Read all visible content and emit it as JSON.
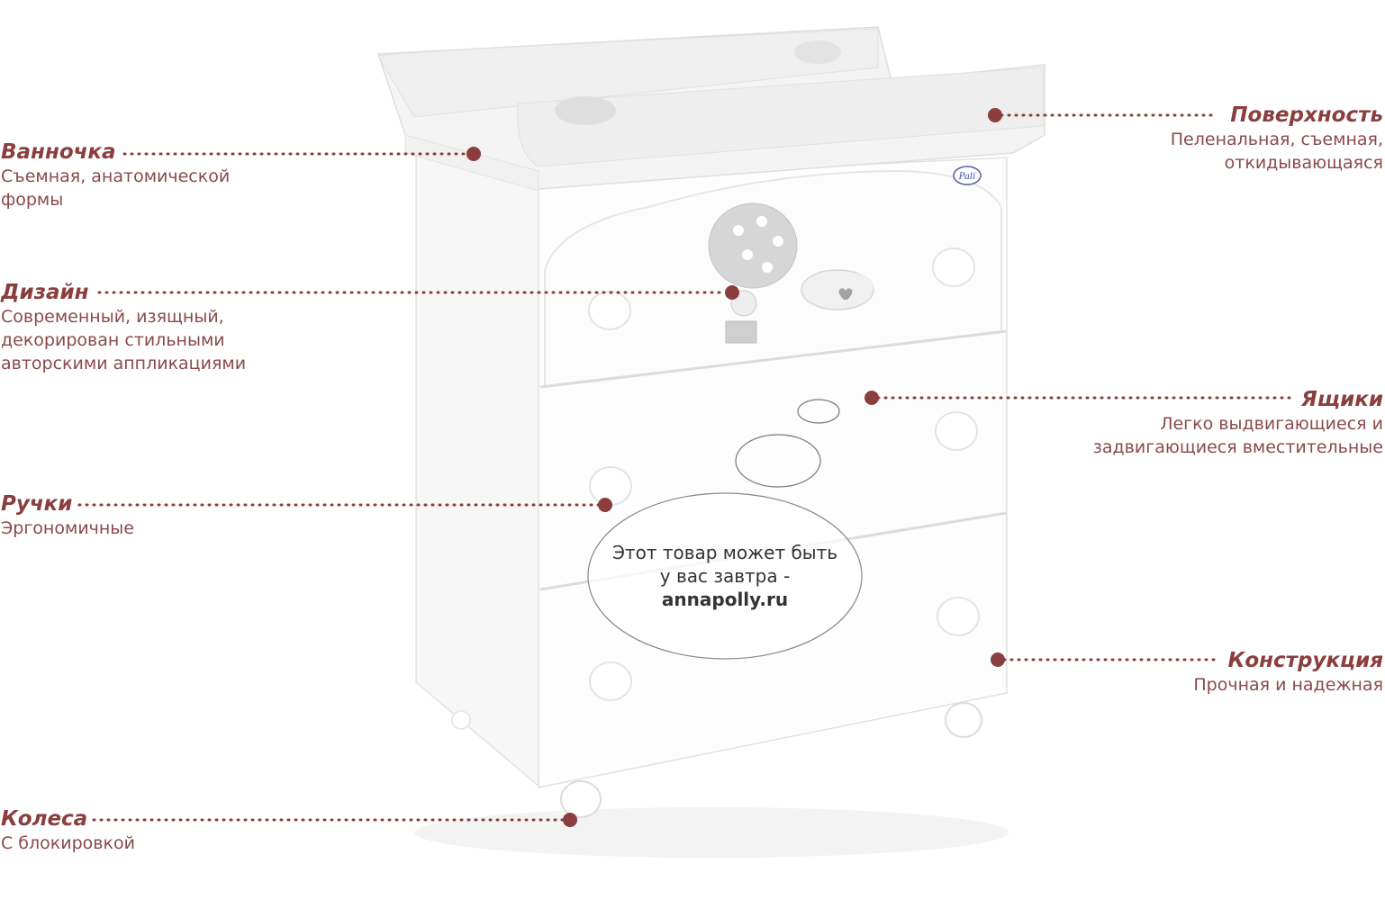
{
  "colors": {
    "accent": "#8a3e3e",
    "furniture": "#fbfbfb",
    "outline": "#e4e4e4"
  },
  "brand_logo": "Pali",
  "callouts": [
    {
      "id": "bath",
      "title": "Ванночка",
      "desc": [
        "Съемная, анатомической",
        "формы"
      ]
    },
    {
      "id": "design",
      "title": "Дизайн",
      "desc": [
        "Современный, изящный,",
        "декорирован стильными",
        "авторскими аппликациями"
      ]
    },
    {
      "id": "handles",
      "title": "Ручки",
      "desc": [
        "Эргономичные"
      ]
    },
    {
      "id": "wheels",
      "title": "Колеса",
      "desc": [
        "С блокировкой"
      ]
    },
    {
      "id": "surface",
      "title": "Поверхность",
      "desc": [
        "Пеленальная, съемная,",
        "откидывающаяся"
      ]
    },
    {
      "id": "drawers",
      "title": "Ящики",
      "desc": [
        "Легко выдвигающиеся и",
        "задвигающиеся вместительные"
      ]
    },
    {
      "id": "construction",
      "title": "Конструкция",
      "desc": [
        "Прочная и надежная"
      ]
    }
  ],
  "promo": {
    "line1": "Этот товар может быть",
    "line2": "у вас завтра -",
    "site": "annapolly.ru"
  }
}
